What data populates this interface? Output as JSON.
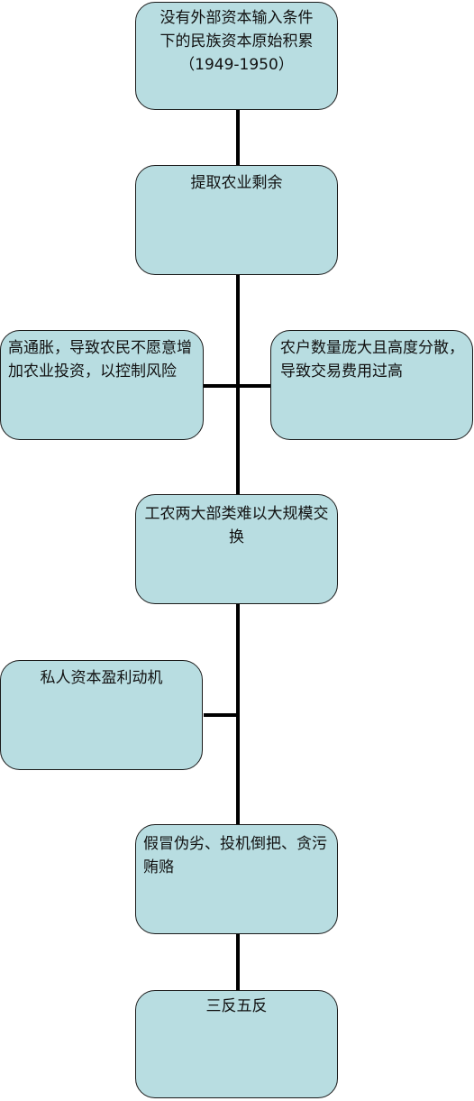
{
  "nodes": {
    "n1": {
      "lines": [
        "没有外部资本输入条件",
        "下的民族资本原始积累",
        "（1949-1950）"
      ]
    },
    "n2": {
      "text": "提取农业剩余"
    },
    "n3_left": {
      "text": "高通胀，导致农民不愿意增加农业投资，以控制风险"
    },
    "n3_right": {
      "text": "农户数量庞大且高度分散，导致交易费用过高"
    },
    "n4": {
      "text": "工农两大部类难以大规模交换"
    },
    "n5_left": {
      "text": "私人资本盈利动机"
    },
    "n6": {
      "text": "假冒伪劣、投机倒把、贪污贿赂"
    },
    "n7": {
      "text": "三反五反"
    }
  },
  "colors": {
    "box_fill": "#b8dde1",
    "box_border": "#1a1a1a",
    "connector": "#000000"
  }
}
